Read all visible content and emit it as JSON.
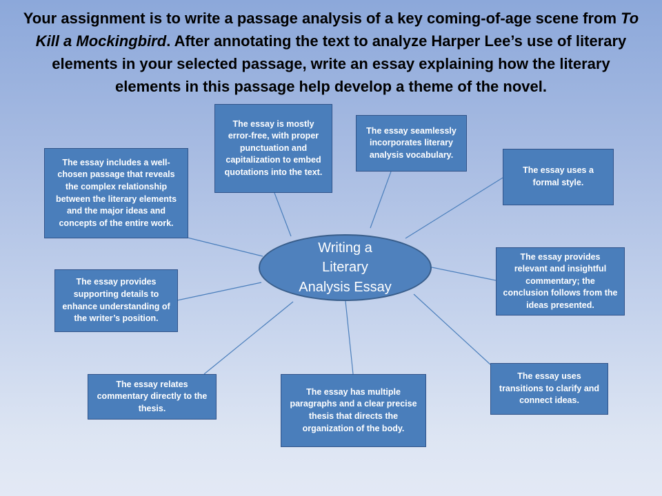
{
  "title": {
    "text_before": "Your assignment is to write a passage analysis of a key coming-of-age scene from ",
    "book_title": "To Kill a Mockingbird",
    "text_after": ". After annotating the text to analyze Harper Lee’s use of literary elements in your selected passage, write an essay explaining how the literary elements in this passage help develop a theme of the novel."
  },
  "center_topic": "Writing a Literary Analysis Essay",
  "criteria": [
    "The essay includes a well-chosen passage that reveals the complex relationship between the literary elements and the major ideas and concepts of the entire work.",
    "The essay is mostly error-free, with proper punctuation and capitalization to embed quotations into the text.",
    "The essay seamlessly incorporates literary analysis vocabulary.",
    "The essay uses a formal style.",
    "The essay provides relevant and insightful commentary; the conclusion follows from the ideas presented.",
    "The essay uses transitions to clarify and connect ideas.",
    "The essay has multiple paragraphs and a clear precise thesis that directs the organization of the body.",
    "The essay relates commentary directly to the thesis.",
    "The essay provides supporting details to enhance understanding of the writer’s position."
  ],
  "colors": {
    "node_fill": "#4a7ebb",
    "node_border": "#2f5289",
    "hub_fill": "#4f81bd",
    "hub_border": "#385d8a",
    "connector": "#4a7ebb",
    "title_text": "#000000",
    "node_text": "#ffffff"
  }
}
